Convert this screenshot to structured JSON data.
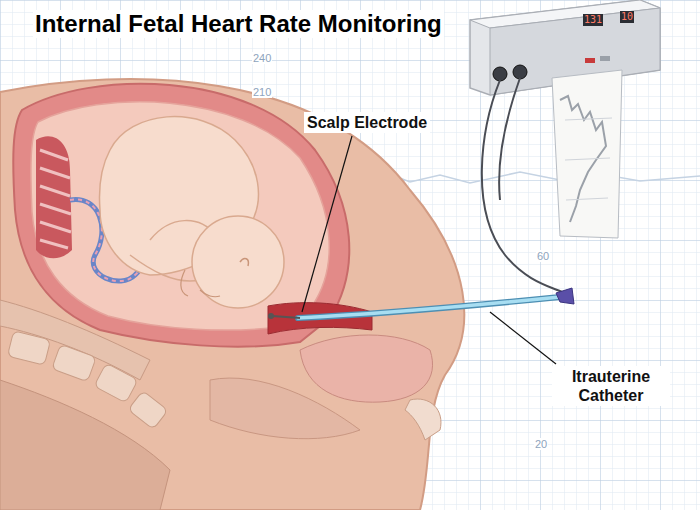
{
  "diagram": {
    "title": "Internal Fetal Heart Rate Monitoring",
    "labels": [
      "Scalp Electrode",
      "Itrauterine Catheter",
      "240",
      "210",
      "60",
      "20",
      "131",
      "10"
    ]
  }
}
